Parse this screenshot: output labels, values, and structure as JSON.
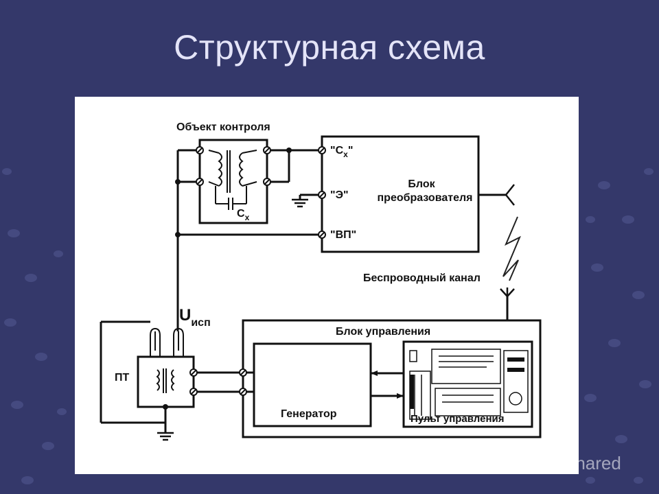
{
  "slide": {
    "title": "Структурная схема"
  },
  "diagram": {
    "object_label": "Объект контроля",
    "cx_label": "C",
    "cx_sub": "x",
    "term_cx": "\"C",
    "term_cx_sub": "x",
    "term_cx_end": "\"",
    "term_e": "\"Э\"",
    "term_vp": "\"ВП\"",
    "converter_line1": "Блок",
    "converter_line2": "преобразователя",
    "wireless_label": "Беспроводный канал",
    "voltage_label": "U",
    "voltage_sub": "исп",
    "pt_label": "ПТ",
    "control_block_label": "Блок управления",
    "generator_label": "Генератор",
    "console_label": "Пульт управления"
  },
  "watermark": {
    "text": "yShared"
  },
  "colors": {
    "background": "#34386a",
    "title": "#e4e4f8",
    "panel": "#ffffff",
    "ink": "#111111"
  }
}
